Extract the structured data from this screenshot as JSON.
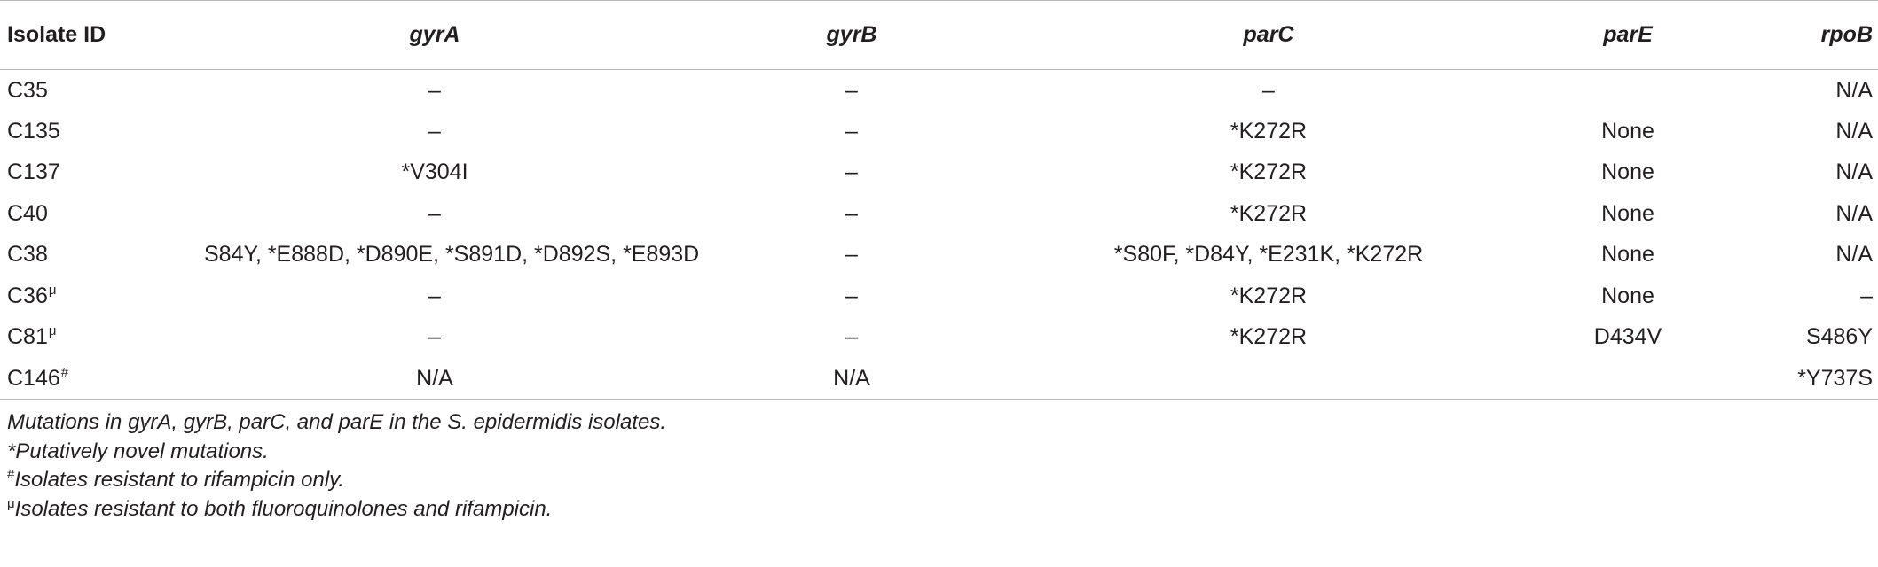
{
  "columns": [
    {
      "label": "Isolate ID",
      "italic": false
    },
    {
      "label": "gyrA",
      "italic": true
    },
    {
      "label": "gyrB",
      "italic": true
    },
    {
      "label": "parC",
      "italic": true
    },
    {
      "label": "parE",
      "italic": true
    },
    {
      "label": "rpoB",
      "italic": true
    }
  ],
  "rows": [
    {
      "id": "C35",
      "mark": "",
      "gyrA": "–",
      "gyrB": "–",
      "parC": "–",
      "parE": "",
      "rpoB": "N/A"
    },
    {
      "id": "C135",
      "mark": "",
      "gyrA": "–",
      "gyrB": "–",
      "parC": "*K272R",
      "parE": "None",
      "rpoB": "N/A"
    },
    {
      "id": "C137",
      "mark": "",
      "gyrA": "*V304I",
      "gyrB": "–",
      "parC": "*K272R",
      "parE": "None",
      "rpoB": "N/A"
    },
    {
      "id": "C40",
      "mark": "",
      "gyrA": "–",
      "gyrB": "–",
      "parC": "*K272R",
      "parE": "None",
      "rpoB": "N/A"
    },
    {
      "id": "C38",
      "mark": "",
      "gyrA": "S84Y, *E888D, *D890E, *S891D, *D892S, *E893D",
      "gyrB": "–",
      "parC": "*S80F, *D84Y, *E231K, *K272R",
      "parE": "None",
      "rpoB": "N/A"
    },
    {
      "id": "C36",
      "mark": "μ",
      "gyrA": "–",
      "gyrB": "–",
      "parC": "*K272R",
      "parE": "None",
      "rpoB": "–"
    },
    {
      "id": "C81",
      "mark": "μ",
      "gyrA": "–",
      "gyrB": "–",
      "parC": "*K272R",
      "parE": "D434V",
      "rpoB": "S486Y"
    },
    {
      "id": "C146",
      "mark": "#",
      "gyrA": "N/A",
      "gyrB": "N/A",
      "parC": "",
      "parE": "",
      "rpoB": "*Y737S"
    }
  ],
  "notes": {
    "line1": "Mutations in gyrA, gyrB, parC, and parE in the S. epidermidis isolates.",
    "line2": "*Putatively novel mutations.",
    "line3_mark": "#",
    "line3": "Isolates resistant to rifampicin only.",
    "line4_mark": "μ",
    "line4": "Isolates resistant to both fluoroquinolones and rifampicin."
  }
}
